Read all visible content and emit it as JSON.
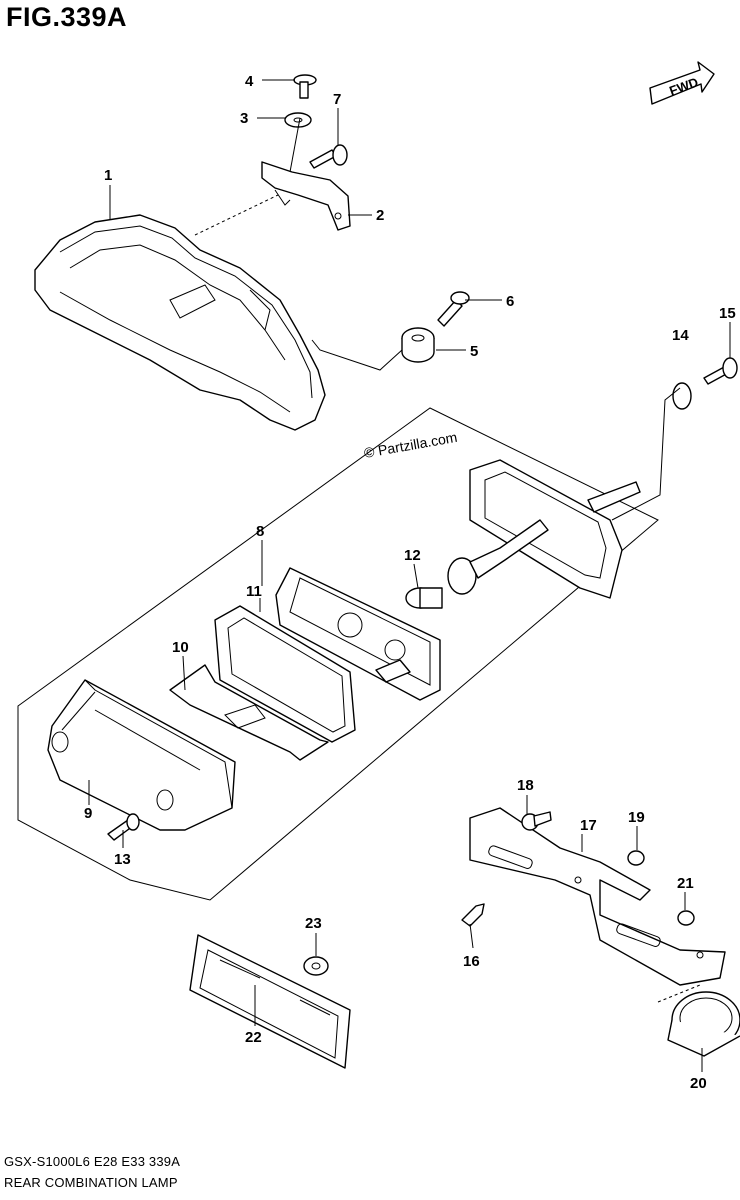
{
  "figure": {
    "title": "FIG.339A",
    "fwd_label": "FWD",
    "watermark": "© Partzilla.com"
  },
  "callouts": [
    "1",
    "2",
    "3",
    "4",
    "5",
    "6",
    "7",
    "8",
    "9",
    "10",
    "11",
    "12",
    "13",
    "14",
    "15",
    "16",
    "17",
    "18",
    "19",
    "20",
    "21",
    "22",
    "23"
  ],
  "footer": {
    "model_line": "GSX-S1000L6  E28  E33  339A",
    "caption": "REAR COMBINATION LAMP"
  }
}
